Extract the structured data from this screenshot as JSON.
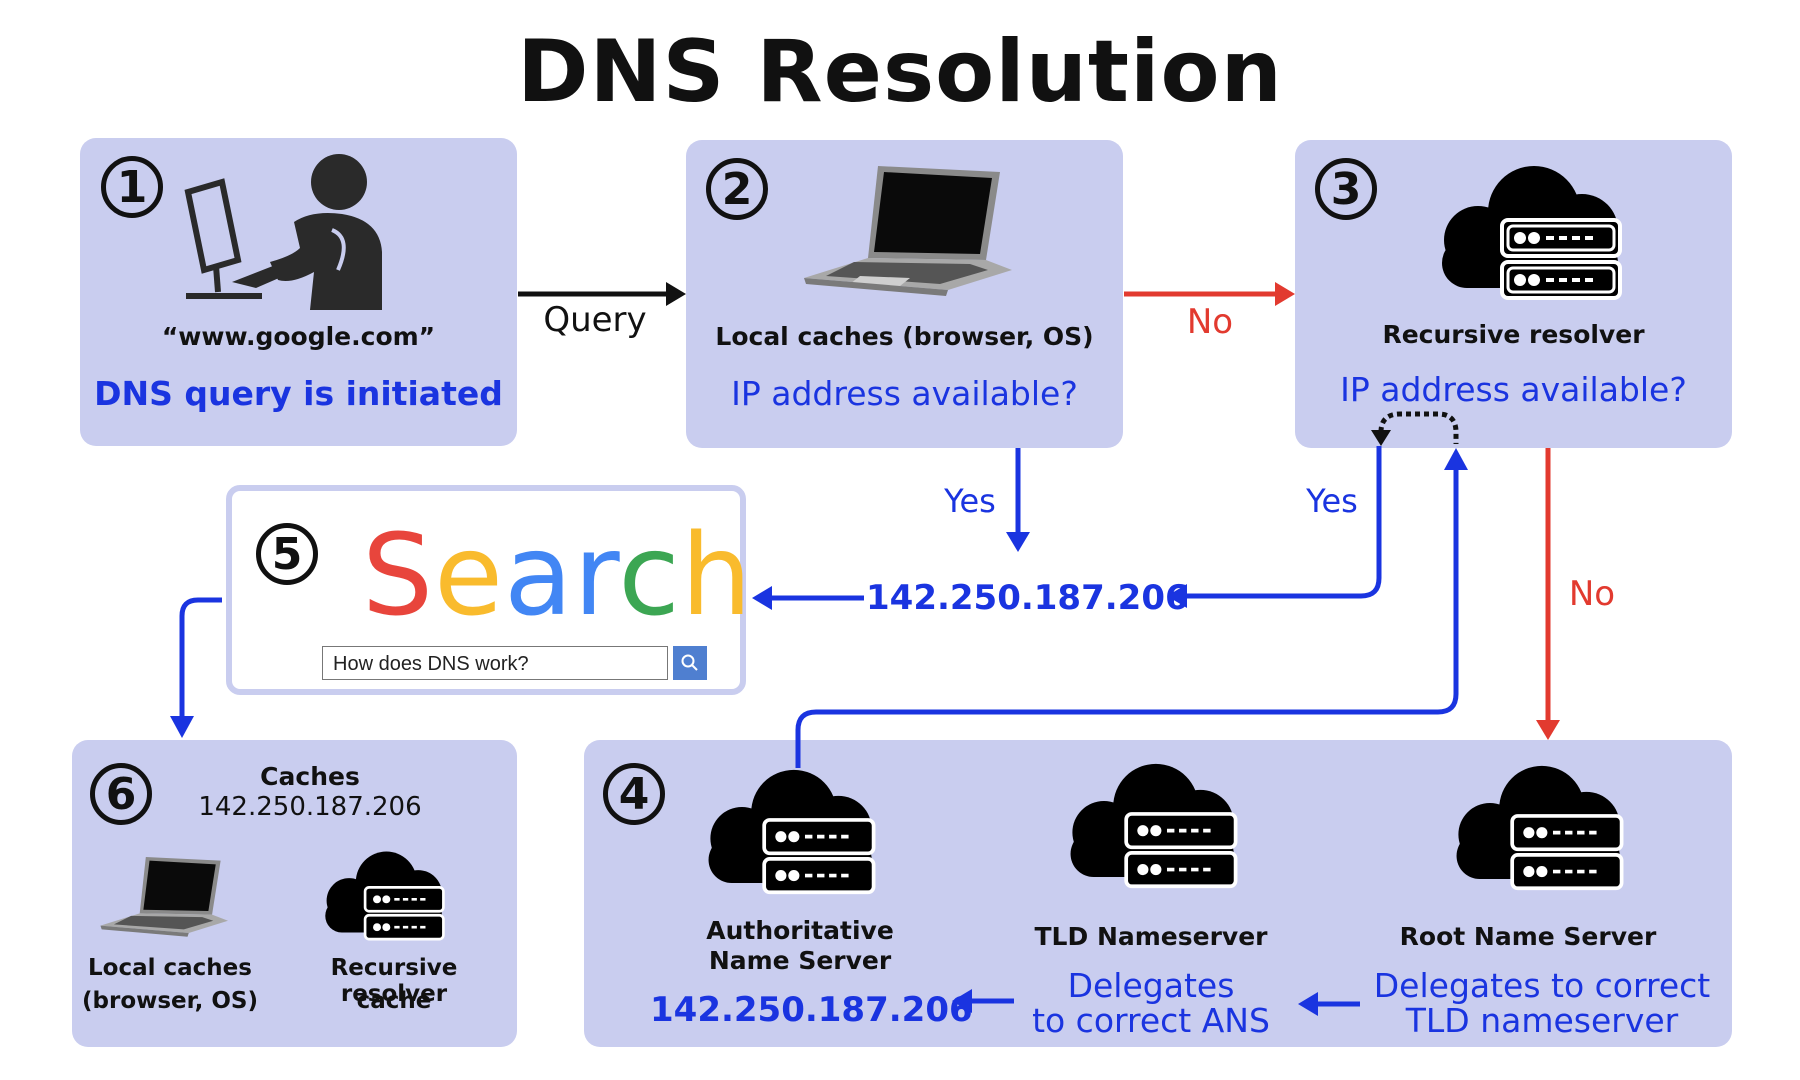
{
  "title": "DNS Resolution",
  "steps": {
    "s1": {
      "num": "1",
      "query": "“www.google.com”",
      "desc": "DNS query is initiated"
    },
    "s2": {
      "num": "2",
      "label": "Local caches (browser, OS)",
      "question": "IP address available?"
    },
    "s3": {
      "num": "3",
      "label": "Recursive resolver",
      "question": "IP address available?"
    },
    "s4": {
      "num": "4",
      "ans_label": "Authoritative Name Server",
      "ans_ip": "142.250.187.206",
      "tld_label": "TLD Nameserver",
      "tld_desc_1": "Delegates",
      "tld_desc_2": "to correct ANS",
      "root_label": "Root Name Server",
      "root_desc_1": "Delegates to correct",
      "root_desc_2": "TLD nameserver"
    },
    "s5": {
      "num": "5",
      "word": [
        "S",
        "e",
        "a",
        "r",
        "c",
        "h"
      ],
      "input_value": "How does DNS work?"
    },
    "s6": {
      "num": "6",
      "caches_title": "Caches",
      "caches_ip": "142.250.187.206",
      "local_1": "Local caches",
      "local_2": "(browser, OS)",
      "resolver_1": "Recursive resolver",
      "resolver_2": "cache"
    }
  },
  "edges": {
    "query": "Query",
    "no_1": "No",
    "no_2": "No",
    "yes_1": "Yes",
    "yes_2": "Yes",
    "ip": "142.250.187.206"
  },
  "colors": {
    "box": "#c9cdef",
    "blue": "#1a34e0",
    "red": "#e23a2f",
    "search": [
      "#e8453c",
      "#f9bb2d",
      "#4286f4",
      "#4286f4",
      "#3ca653",
      "#f9bb2d"
    ]
  },
  "icons": [
    "user-at-computer-icon",
    "laptop-icon",
    "cloud-server-icon",
    "search-icon"
  ]
}
